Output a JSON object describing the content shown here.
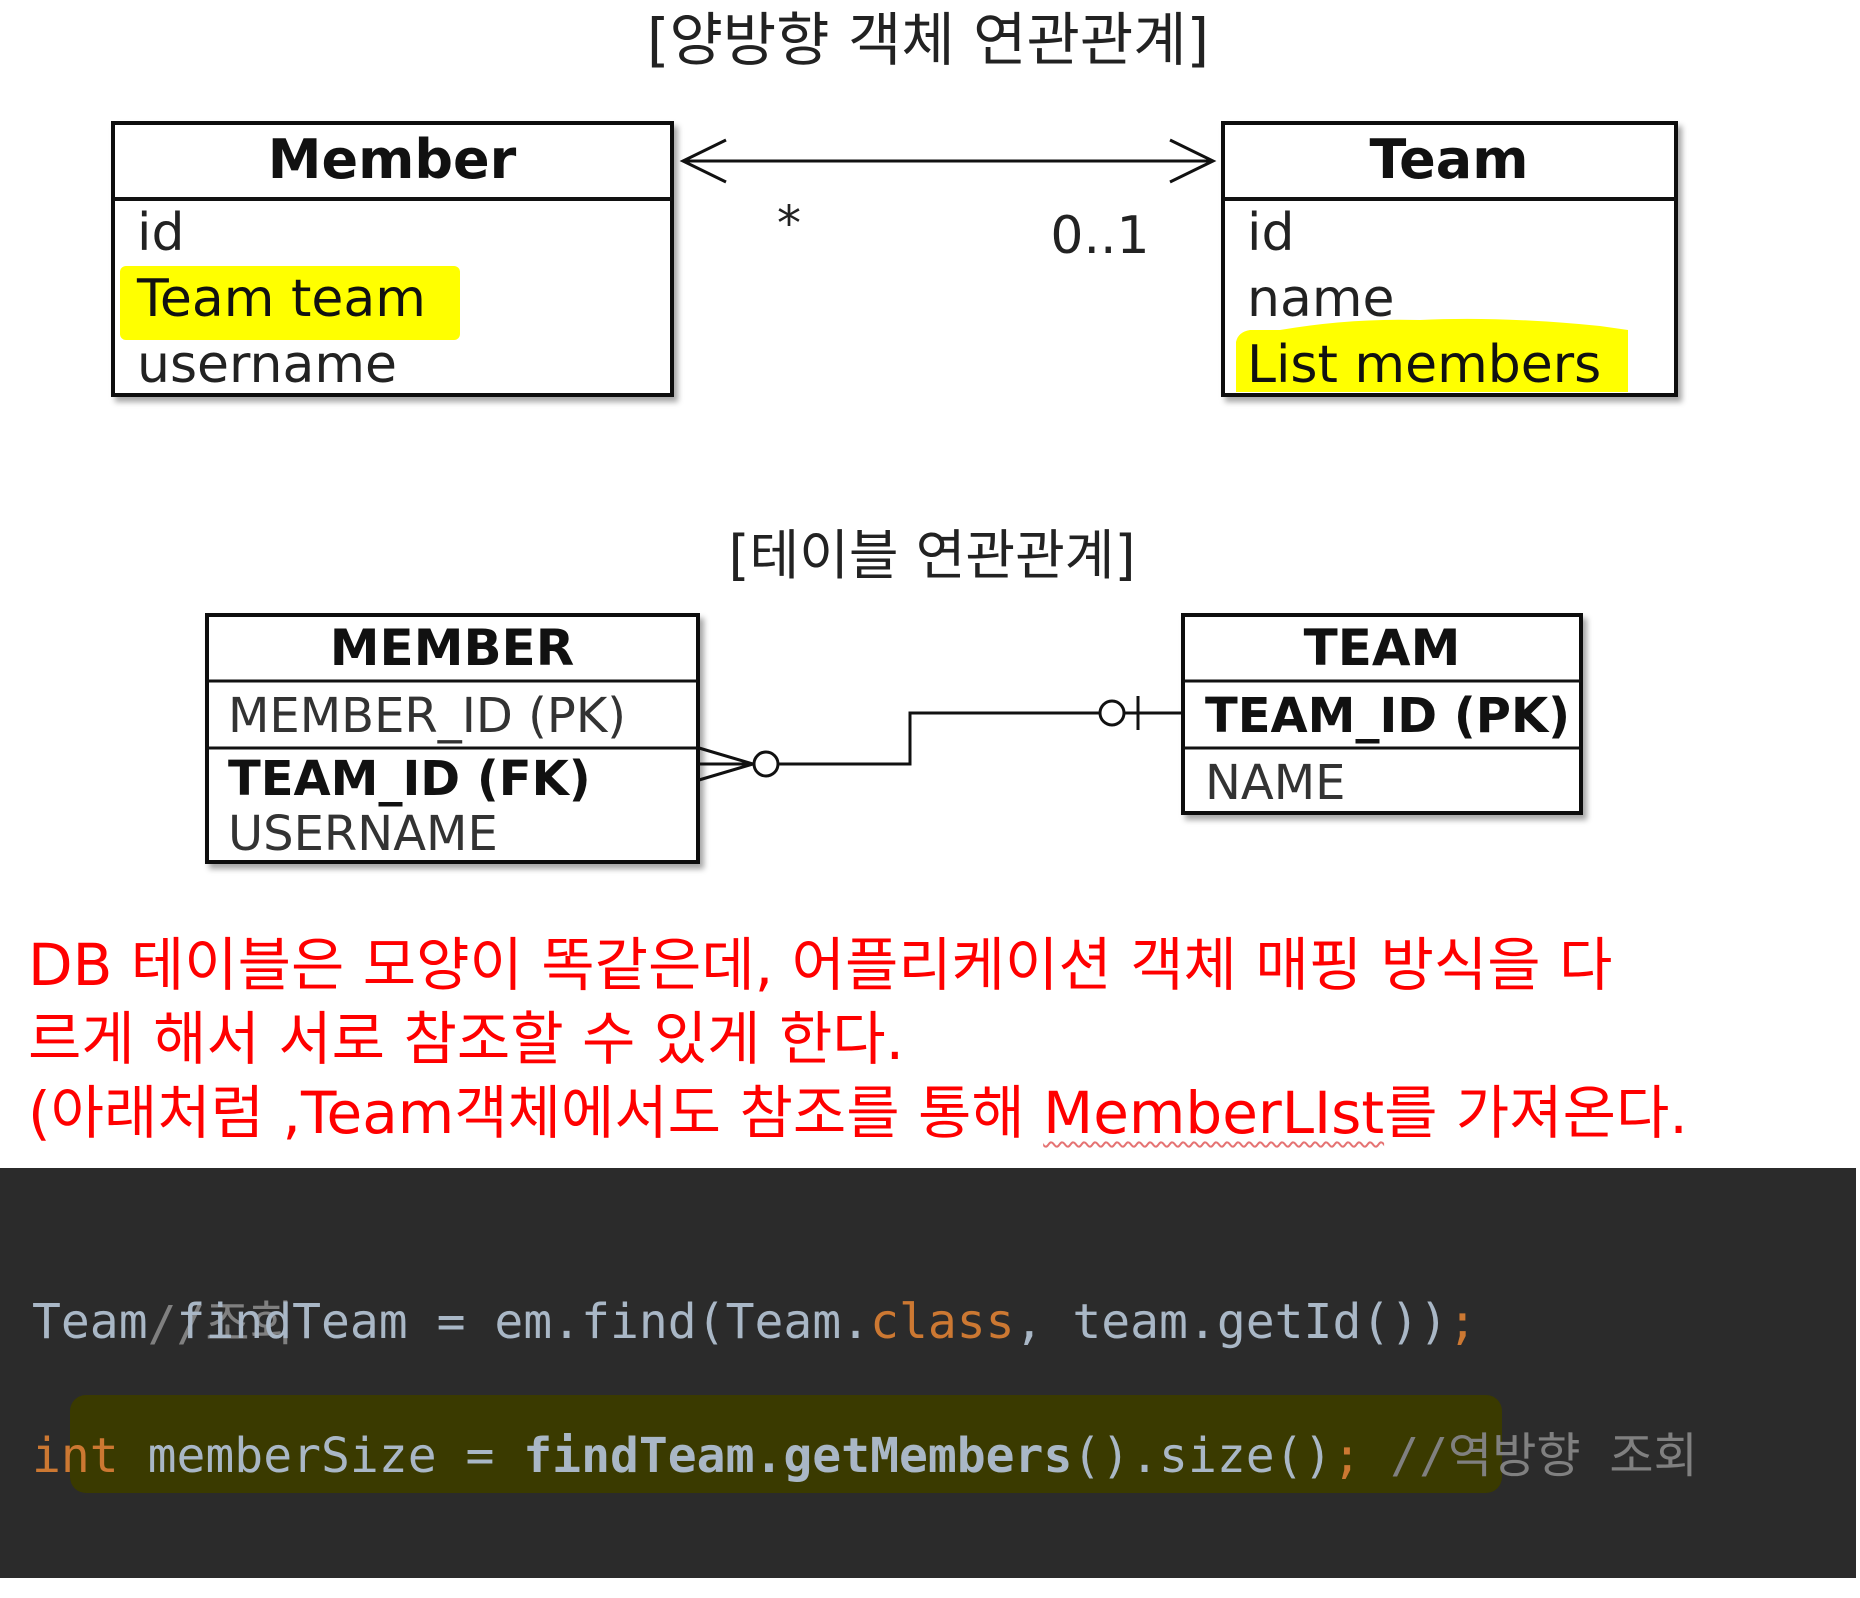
{
  "object_diagram": {
    "title": "[양방향 객체 연관관계]",
    "member": {
      "name": "Member",
      "fields": [
        "id",
        "Team team",
        "username"
      ],
      "highlighted": "Team team"
    },
    "team": {
      "name": "Team",
      "fields": [
        "id",
        "name",
        "List members"
      ],
      "highlighted": "List members"
    },
    "multiplicity_member": "*",
    "multiplicity_team": "0..1"
  },
  "table_diagram": {
    "title": "[테이블 연관관계]",
    "member_table": {
      "name": "MEMBER",
      "pk": "MEMBER_ID (PK)",
      "fk": "TEAM_ID (FK)",
      "column": "USERNAME"
    },
    "team_table": {
      "name": "TEAM",
      "pk": "TEAM_ID (PK)",
      "column": "NAME"
    }
  },
  "note": {
    "line1": "DB 테이블은 모양이 똑같은데, 어플리케이션 객체 매핑 방식을 다",
    "line2": "르게 해서 서로 참조할 수 있게 한다.",
    "line3_before": "(아래처럼 ,Team객체에서도 참조를 통해 ",
    "line3_underlined": "MemberLIst",
    "line3_after": "를 가져온다."
  },
  "code": {
    "comment1": "//조회",
    "line1_a": "Team findTeam = em.find(Team.",
    "line1_keyword": "class",
    "line1_b": ", team.getId())",
    "line1_semicolon": ";",
    "line2_keyword": "int",
    "line2_a": " memberSize = ",
    "line2_bold": "findTeam.getMembers",
    "line2_b": "().size()",
    "line2_semicolon": ";",
    "line2_comment": " //역방향 조회"
  },
  "colors": {
    "highlight_yellow": "#ffff00",
    "note_red": "#ff0000",
    "code_background": "#2b2b2b",
    "code_keyword": "#cc7832",
    "code_text": "#a9b7c6",
    "code_comment": "#808080",
    "code_highlight": "#3a3a00"
  }
}
